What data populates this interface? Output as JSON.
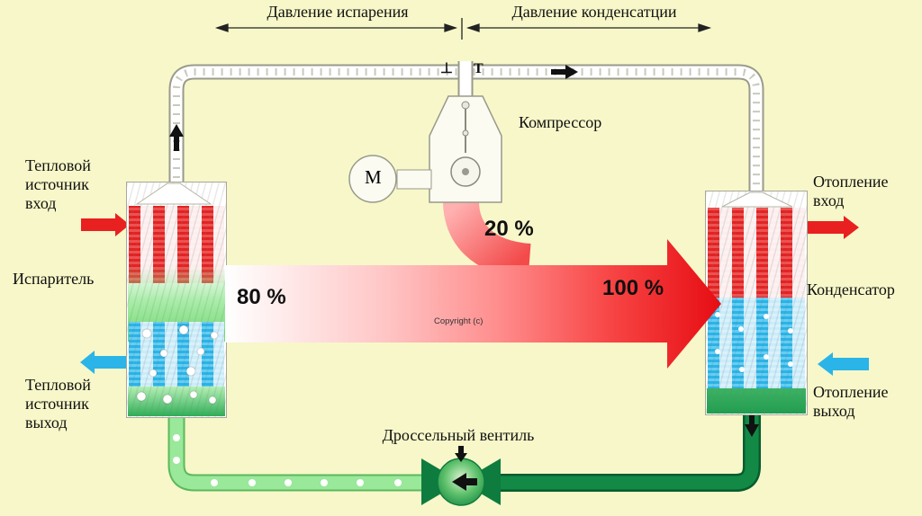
{
  "colors": {
    "background": "#f7f7c9",
    "red": "#e32222",
    "blue": "#2ab4e8",
    "dark_green": "#128a46",
    "light_green": "#8ee08e",
    "arrow_red": "#e60d13"
  },
  "labels": {
    "pressure_evaporation": "Давление испарения",
    "pressure_condensation": "Давление конденсатции",
    "compressor": "Компрессор",
    "motor": "М",
    "tee_left": "⊥",
    "tee_right": "Т",
    "heat_source_in": "Тепловой\nисточник\nвход",
    "evaporator": "Испаритель",
    "heat_source_out": "Тепловой\nисточник\nвыход",
    "heating_in": "Отопление\nвход",
    "condenser": "Конденсатор",
    "heating_out": "Отопление\nвыход",
    "throttle_valve": "Дроссельный вентиль",
    "copyright": "Copyright (c)"
  },
  "values": {
    "compressor_share": "20 %",
    "evaporator_share": "80 %",
    "condenser_share": "100 %"
  }
}
